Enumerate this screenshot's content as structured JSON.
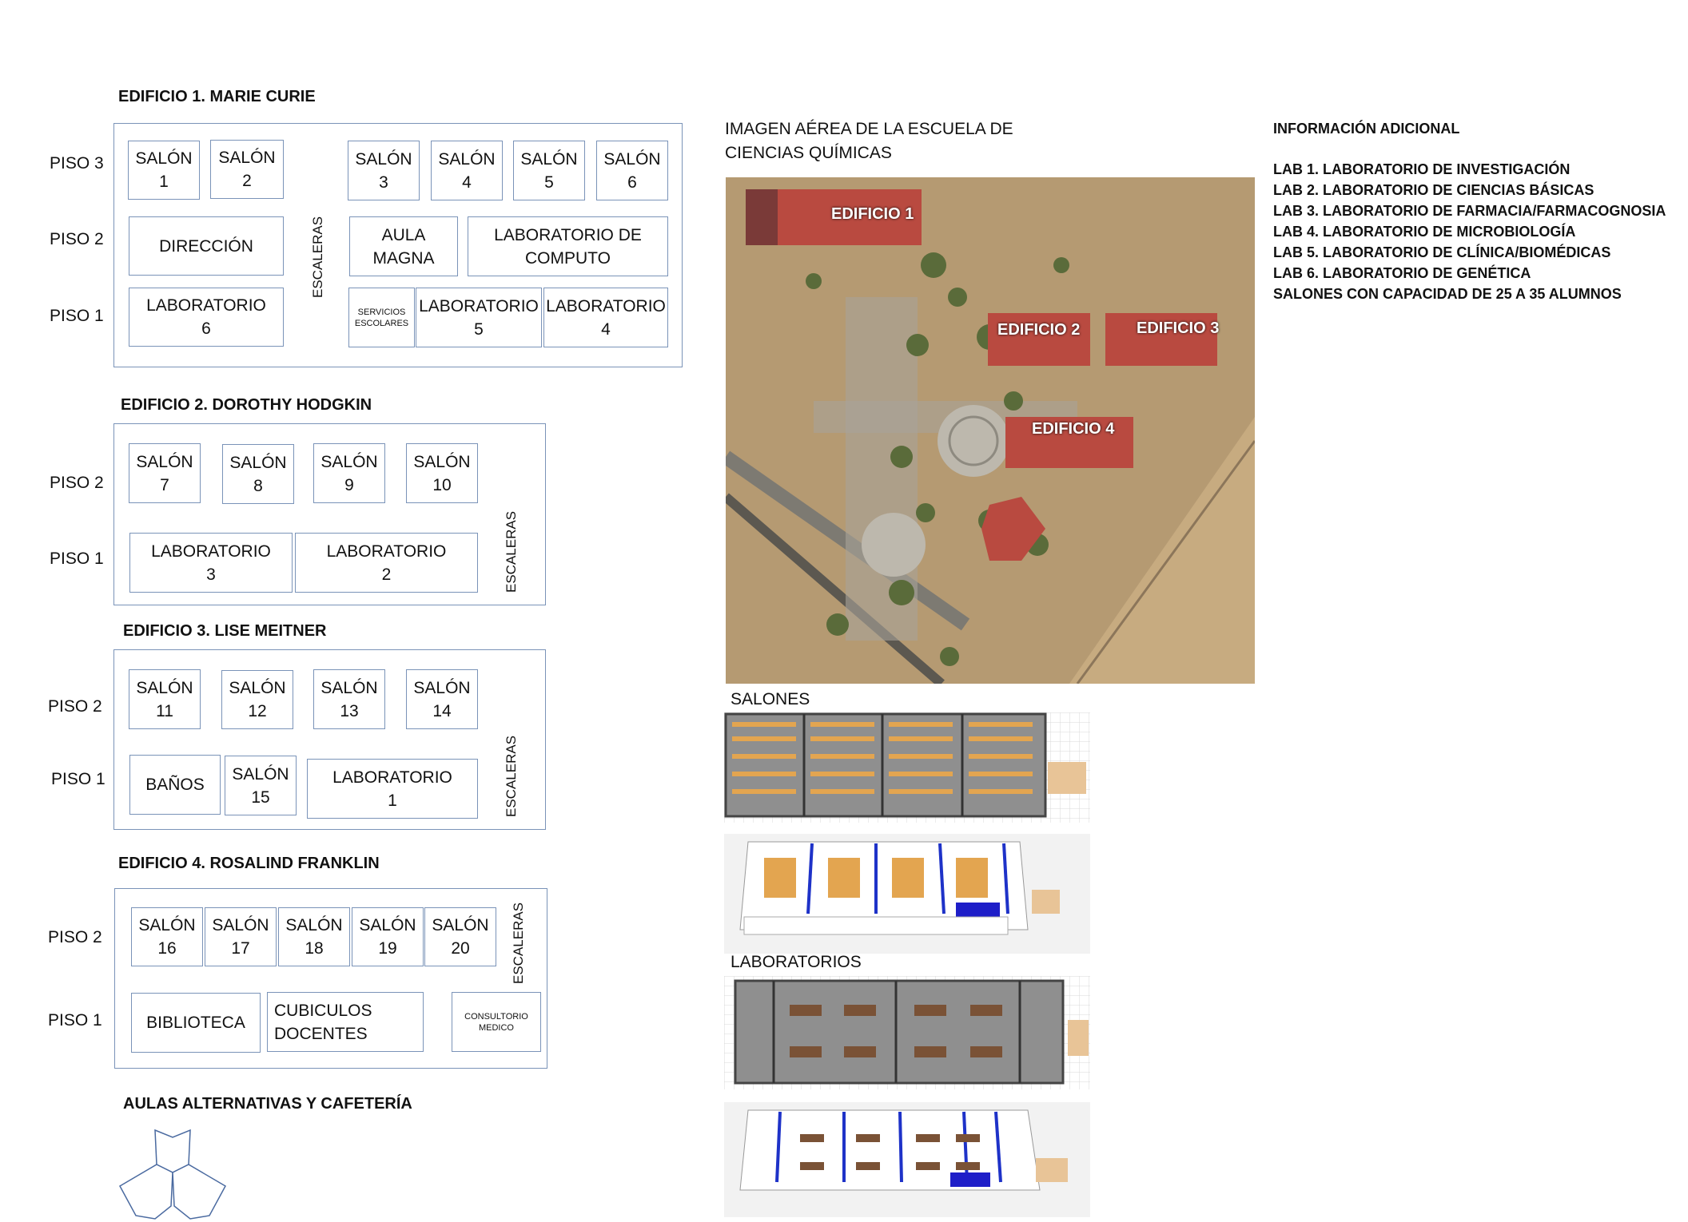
{
  "buildings": {
    "b1": {
      "title": "EDIFICIO 1. MARIE CURIE",
      "floors": [
        "PISO 3",
        "PISO 2",
        "PISO 1"
      ],
      "stairs": "ESCALERAS",
      "rooms": {
        "s1": "SALÓN\n1",
        "s2": "SALÓN\n2",
        "s3": "SALÓN\n3",
        "s4": "SALÓN\n4",
        "s5": "SALÓN\n5",
        "s6": "SALÓN\n6",
        "direccion": "DIRECCIÓN",
        "aula": "AULA\nMAGNA",
        "computo": "LABORATORIO DE\nCOMPUTO",
        "lab6": "LABORATORIO\n6",
        "servicios": "SERVICIOS\nESCOLARES",
        "lab5": "LABORATORIO\n5",
        "lab4": "LABORATORIO\n4"
      }
    },
    "b2": {
      "title": "EDIFICIO 2. DOROTHY HODGKIN",
      "floors": [
        "PISO 2",
        "PISO 1"
      ],
      "stairs": "ESCALERAS",
      "rooms": {
        "s7": "SALÓN\n7",
        "s8": "SALÓN\n8",
        "s9": "SALÓN\n9",
        "s10": "SALÓN\n10",
        "lab3": "LABORATORIO\n3",
        "lab2": "LABORATORIO\n2"
      }
    },
    "b3": {
      "title": "EDIFICIO 3. LISE MEITNER",
      "floors": [
        "PISO 2",
        "PISO 1"
      ],
      "stairs": "ESCALERAS",
      "rooms": {
        "s11": "SALÓN\n11",
        "s12": "SALÓN\n12",
        "s13": "SALÓN\n13",
        "s14": "SALÓN\n14",
        "banos": "BAÑOS",
        "s15": "SALÓN\n15",
        "lab1": "LABORATORIO\n1"
      }
    },
    "b4": {
      "title": "EDIFICIO 4. ROSALIND FRANKLIN",
      "floors": [
        "PISO 2",
        "PISO 1"
      ],
      "stairs": "ESCALERAS",
      "rooms": {
        "s16": "SALÓN\n16",
        "s17": "SALÓN\n17",
        "s18": "SALÓN\n18",
        "s19": "SALÓN\n19",
        "s20": "SALÓN\n20",
        "biblioteca": "BIBLIOTECA",
        "cubiculos": "CUBICULOS\nDOCENTES",
        "consultorio": "CONSULTORIO\nMEDICO"
      }
    }
  },
  "cafeteria": {
    "title": "AULAS ALTERNATIVAS Y CAFETERÍA"
  },
  "aerial": {
    "caption": "IMAGEN AÉREA DE LA ESCUELA DE\nCIENCIAS QUÍMICAS",
    "labels": [
      "EDIFICIO 1",
      "EDIFICIO 2",
      "EDIFICIO 3",
      "EDIFICIO 4"
    ]
  },
  "plans": {
    "salones": "SALONES",
    "laboratorios": "LABORATORIOS"
  },
  "info": {
    "title": "INFORMACIÓN ADICIONAL",
    "lines": [
      "LAB 1. LABORATORIO DE INVESTIGACIÓN",
      "LAB 2. LABORATORIO DE CIENCIAS BÁSICAS",
      "LAB 3.  LABORATORIO DE FARMACIA/FARMACOGNOSIA",
      "LAB 4. LABORATORIO DE MICROBIOLOGÍA",
      "LAB 5. LABORATORIO DE CLÍNICA/BIOMÉDICAS",
      "LAB 6. LABORATORIO DE GENÉTICA",
      "SALONES CON CAPACIDAD DE 25 A 35 ALUMNOS"
    ]
  },
  "colors": {
    "border": "#7a93b8",
    "roof": "#b94a40",
    "soil": "#b59a72"
  }
}
